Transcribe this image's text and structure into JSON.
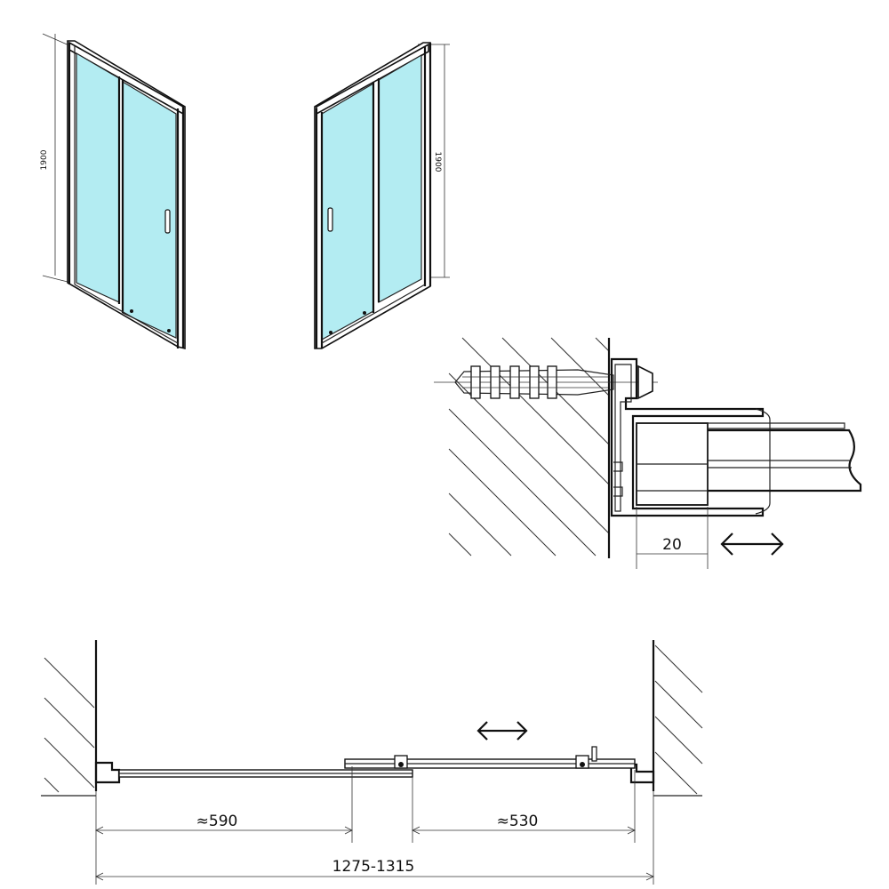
{
  "views": {
    "left_height_label": "1900",
    "right_height_label": "1900"
  },
  "detail": {
    "clearance_label": "20"
  },
  "plan": {
    "fixed_panel_label": "≈590",
    "sliding_panel_label": "≈530",
    "total_width_label": "1275-1315"
  },
  "colors": {
    "glass": "#b3ecf2",
    "line": "#111111"
  }
}
